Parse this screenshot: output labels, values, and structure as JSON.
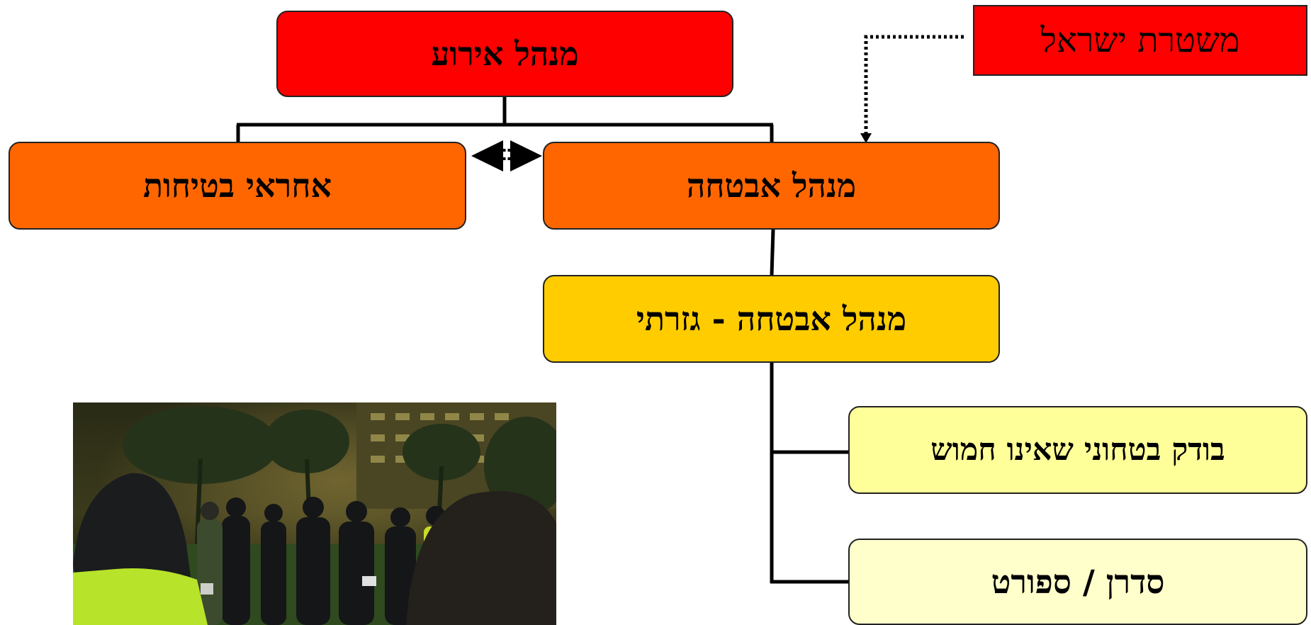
{
  "diagram": {
    "top": {
      "label": "מנהל אירוע"
    },
    "police": {
      "label": "משטרת ישראל"
    },
    "safety": {
      "label": "אחראי בטיחות"
    },
    "security": {
      "label": "מנהל אבטחה"
    },
    "sector": {
      "label": "מנהל אבטחה - גזרתי"
    },
    "checker": {
      "label": "בודק בטחוני שאינו חמוש"
    },
    "usher": {
      "label": "סדרן / ספורט"
    }
  },
  "colors": {
    "top": "#ff0000",
    "police": "#ff0000",
    "level2": "#ff6600",
    "level3": "#ffcc00",
    "checker": "#ffff99",
    "usher": "#ffffcc",
    "lines": "#000000"
  },
  "photo": {
    "subject": "night security briefing outdoors, guards in reflective yellow vests"
  }
}
